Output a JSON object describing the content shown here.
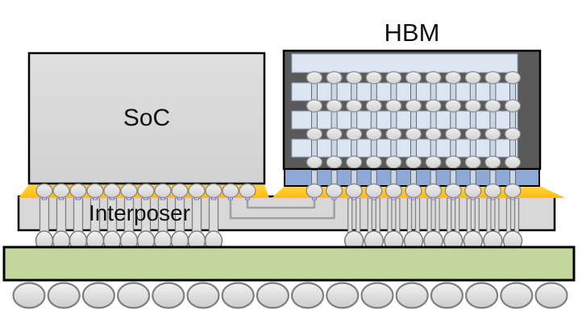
{
  "labels": {
    "soc": "SoC",
    "hbm": "HBM",
    "interposer": "Interposer"
  },
  "palette": {
    "background": "#ffffff",
    "outline": "#000000",
    "soc_fill_top": "#dfdfdf",
    "soc_fill_bottom": "#d2d2d2",
    "hbm_frame": "#595959",
    "hbm_die": "#dce6f3",
    "hbm_die_stroke": "#9aa7bd",
    "hbm_base_die": "#8fa9d6",
    "tsv_fill": "#cdd6e3",
    "tsv_stroke": "#5f6b7a",
    "bump_fill_top": "#efefef",
    "bump_fill_bottom": "#d2d2d2",
    "bump_stroke": "#8c8c8c",
    "underfill_top": "#ffd34d",
    "underfill_bottom": "#ffbf00",
    "interposer_fill": "#d8d8d8",
    "via_fill": "#dcdcdc",
    "via_stroke": "#7f7f7f",
    "bridge_trace": "#a0a0a0",
    "substrate_fill": "#c3d69b",
    "ball_fill_top": "#f2f2f2",
    "ball_fill_bottom": "#cccccc",
    "ball_stroke": "#7f7f7f"
  },
  "structure": {
    "hbm_stack": {
      "top_die_count": 1,
      "mid_die_layers": 3,
      "bump_rows": 4,
      "tsv_columns": 11,
      "base_die_count": 1
    },
    "soc_side": {
      "microbump_columns": 13,
      "through_via_columns": 11,
      "c4_bumps": 11
    },
    "hbm_side": {
      "microbump_columns": 11,
      "through_via_pair_columns": 9,
      "c4_bumps": 9
    },
    "interposer": {
      "bridge_traces": 2
    },
    "package": {
      "bga_balls": 16
    }
  }
}
